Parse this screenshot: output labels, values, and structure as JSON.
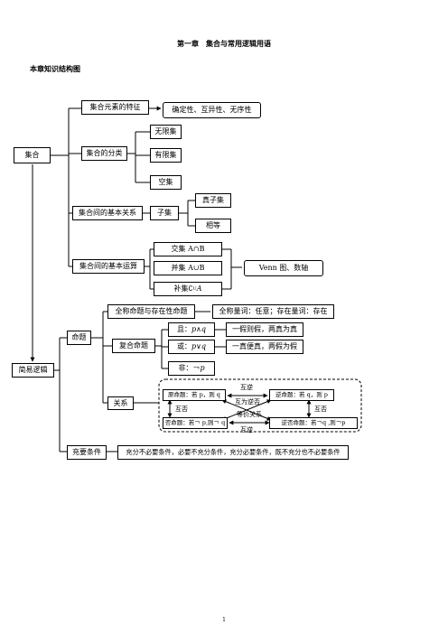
{
  "title": "第一章　集合与常用逻辑用语",
  "subtitle": "本章知识结构图",
  "set_branch": {
    "root": "集合",
    "element_features": "集合元素的特征",
    "element_features_detail": "确定性、互异性、无序性",
    "classification": "集合的分类",
    "classification_items": [
      "无限集",
      "有限集",
      "空集"
    ],
    "basic_relations": "集合间的基本关系",
    "subset": "子集",
    "subset_items": [
      "真子集",
      "相等"
    ],
    "basic_operations": "集合间的基本运算",
    "operation_items": [
      "交集 A∩B",
      "并集 A∪B",
      "补集∁"
    ],
    "complement_var": "A",
    "complement_sub": "U",
    "operations_note": "Venn 图、数轴"
  },
  "logic_branch": {
    "root": "简易逻辑",
    "proposition": "命题",
    "quantifier": "全称命题与存在性命题",
    "quantifier_detail": "全称量词：任意；存在量词：存在",
    "compound": "复合命题",
    "and_label": "且：",
    "and_expr": "p∧q",
    "and_rule": "一假则假，两真为真",
    "or_label": "或：",
    "or_expr": "p∨q",
    "or_rule": "一真便真，两假为假",
    "not_label": "非：￢",
    "not_var": "p",
    "relations": "关系",
    "original": "原命题：若 p，则 q",
    "converse": "逆命题：若 q，则 p",
    "inverse": "否命题：若￢ p,则￢ q",
    "contrapositive": "逆否命题：若￢q ,则￢p",
    "mutual_converse_top": "互逆",
    "mutual_converse_bottom": "互逆",
    "mutual_contrapositive": "互为逆否",
    "equivalent": "等价关系",
    "mutual_negation_left": "互否",
    "mutual_negation_right": "互否",
    "conditions": "充要条件",
    "conditions_detail": "充分不必要条件，必要不充分条件，充分必要条件，既不充分也不必要条件"
  },
  "page_number": "1"
}
